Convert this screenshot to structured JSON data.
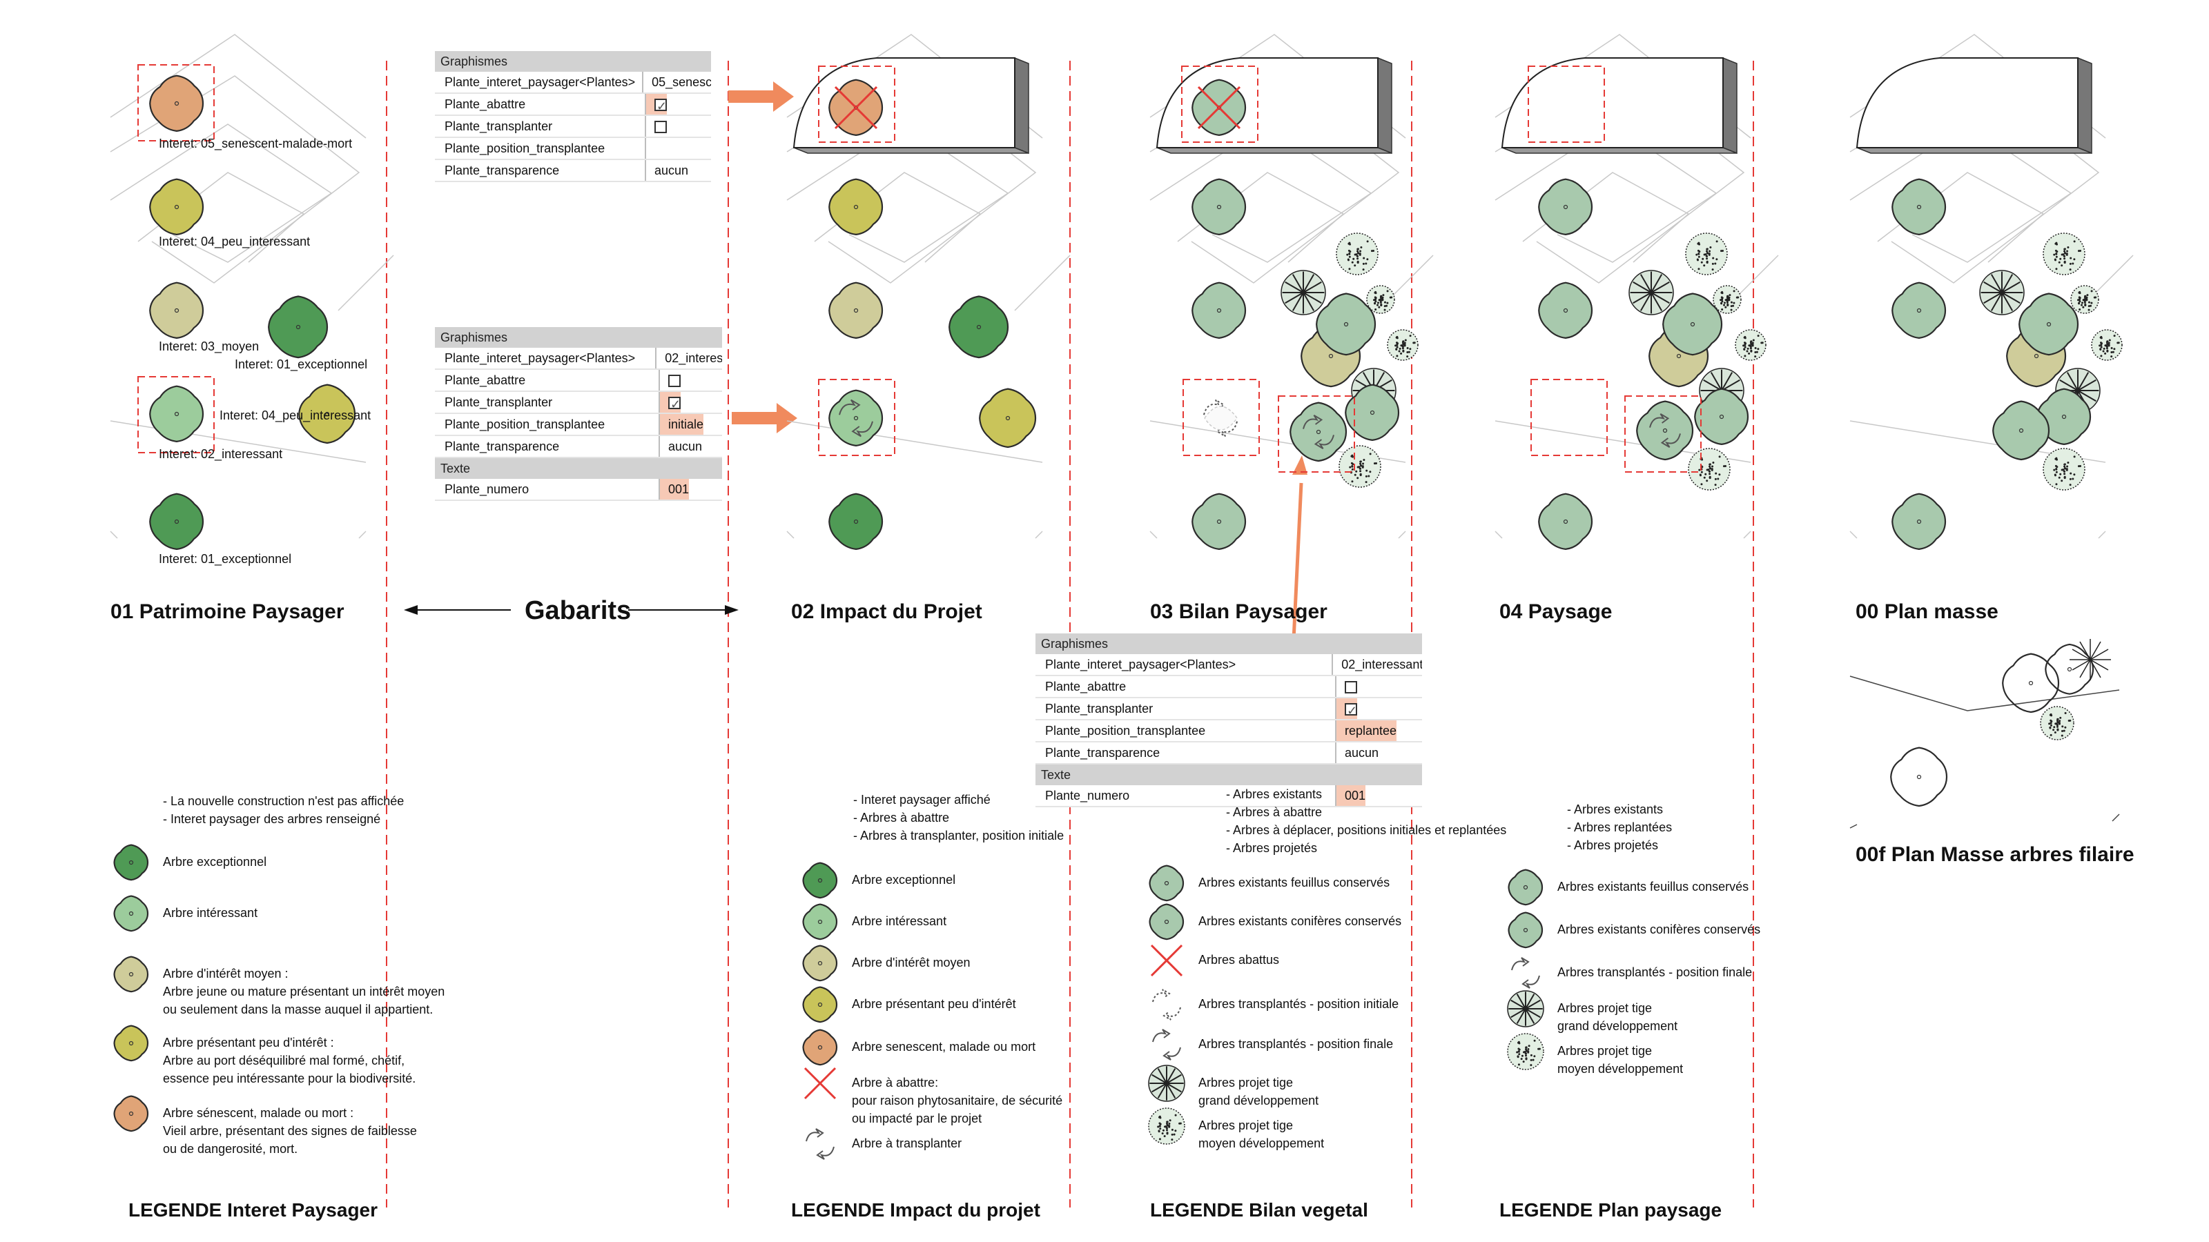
{
  "colors": {
    "exceptionnel": "#4f9a55",
    "interessant": "#9ccc9c",
    "moyen": "#cfcc9a",
    "peu": "#c9c45a",
    "senescent": "#e0a477",
    "conserve": "#a8c9ad",
    "accent_red": "#e53935",
    "arrow_orange": "#f08a5d"
  },
  "panel1": {
    "title": "01 Patrimoine Paysager",
    "labels": [
      "Interet: 05_senescent-malade-mort",
      "Interet: 04_peu_interessant",
      "Interet: 03_moyen",
      "Interet: 01_exceptionnel",
      "Interet: 04_peu_interessant",
      "Interet: 02_interessant",
      "Interet: 01_exceptionnel"
    ]
  },
  "gabarits": {
    "title": "Gabarits",
    "table1": {
      "group": "Graphismes",
      "rows": [
        {
          "k": "Plante_interet_paysager<Plantes>",
          "v": "05_senesc"
        },
        {
          "k": "Plante_abattre",
          "v": "checked"
        },
        {
          "k": "Plante_transplanter",
          "v": "unchecked"
        },
        {
          "k": "Plante_position_transplantee",
          "v": ""
        },
        {
          "k": "Plante_transparence",
          "v": "aucun"
        }
      ]
    },
    "table2": {
      "group": "Graphismes",
      "rows": [
        {
          "k": "Plante_interet_paysager<Plantes>",
          "v": "02_interes"
        },
        {
          "k": "Plante_abattre",
          "v": "unchecked"
        },
        {
          "k": "Plante_transplanter",
          "v": "checked"
        },
        {
          "k": "Plante_position_transplantee",
          "v": "initiale"
        },
        {
          "k": "Plante_transparence",
          "v": "aucun"
        }
      ],
      "group2": "Texte",
      "rows2": [
        {
          "k": "Plante_numero",
          "v": "001"
        }
      ]
    },
    "table3": {
      "group": "Graphismes",
      "rows": [
        {
          "k": "Plante_interet_paysager<Plantes>",
          "v": "02_interessant"
        },
        {
          "k": "Plante_abattre",
          "v": "unchecked"
        },
        {
          "k": "Plante_transplanter",
          "v": "checked"
        },
        {
          "k": "Plante_position_transplantee",
          "v": "replantee"
        },
        {
          "k": "Plante_transparence",
          "v": "aucun"
        }
      ],
      "group2": "Texte",
      "rows2": [
        {
          "k": "Plante_numero",
          "v": "001"
        }
      ]
    }
  },
  "panel_titles": {
    "p2": "02 Impact du Projet",
    "p3": "03 Bilan Paysager",
    "p4": "04 Paysage",
    "p5": "00 Plan masse",
    "p6": "00f Plan Masse arbres filaire"
  },
  "legend1": {
    "title": "LEGENDE Interet Paysager",
    "notes": [
      "- La nouvelle construction n'est pas affichée",
      "- Interet paysager des arbres renseigné"
    ],
    "items": [
      {
        "kind": "exceptionnel",
        "text": [
          "Arbre exceptionnel"
        ]
      },
      {
        "kind": "interessant",
        "text": [
          "Arbre intéressant"
        ]
      },
      {
        "kind": "moyen",
        "text": [
          "Arbre d'intérêt moyen :",
          "Arbre jeune ou mature présentant un intérêt moyen",
          "ou seulement dans la masse auquel il appartient."
        ]
      },
      {
        "kind": "peu",
        "text": [
          "Arbre présentant peu d'intérêt :",
          "Arbre au port déséquilibré mal formé, chétif,",
          "essence peu intéressante pour la biodiversité."
        ]
      },
      {
        "kind": "senescent",
        "text": [
          "Arbre sénescent, malade ou mort :",
          "Vieil arbre, présentant des signes de faiblesse",
          "ou de dangerosité, mort."
        ]
      }
    ]
  },
  "legend2": {
    "title": "LEGENDE Impact du projet",
    "notes": [
      "- Interet paysager affiché",
      "- Arbres à abattre",
      "- Arbres à transplanter, position initiale"
    ],
    "items": [
      {
        "kind": "exceptionnel",
        "text": [
          "Arbre exceptionnel"
        ]
      },
      {
        "kind": "interessant",
        "text": [
          "Arbre intéressant"
        ]
      },
      {
        "kind": "moyen",
        "text": [
          "Arbre d'intérêt moyen"
        ]
      },
      {
        "kind": "peu",
        "text": [
          "Arbre présentant peu d'intérêt"
        ]
      },
      {
        "kind": "senescent",
        "text": [
          "Arbre senescent, malade ou mort"
        ]
      },
      {
        "kind": "cross",
        "text": [
          "Arbre à abattre:",
          "pour raison phytosanitaire, de sécurité",
          "ou impacté par le projet"
        ]
      },
      {
        "kind": "transplant",
        "text": [
          "Arbre à transplanter"
        ]
      }
    ]
  },
  "legend3": {
    "title": "LEGENDE Bilan vegetal",
    "notes": [
      "- Arbres existants",
      "- Arbres à abattre",
      "- Arbres à déplacer, positions initiales et replantées",
      "- Arbres projetés"
    ],
    "items": [
      {
        "kind": "conserve",
        "text": [
          "Arbres existants feuillus conservés"
        ]
      },
      {
        "kind": "conifere",
        "text": [
          "Arbres existants conifères conservés"
        ]
      },
      {
        "kind": "cross",
        "text": [
          "Arbres abattus"
        ]
      },
      {
        "kind": "transplant_init",
        "text": [
          "Arbres transplantés - position initiale"
        ]
      },
      {
        "kind": "transplant",
        "text": [
          "Arbres transplantés - position finale"
        ]
      },
      {
        "kind": "grand",
        "text": [
          "Arbres projet tige",
          "grand développement"
        ]
      },
      {
        "kind": "moyen_dev",
        "text": [
          "Arbres projet tige",
          "moyen développement"
        ]
      }
    ]
  },
  "legend4": {
    "title": "LEGENDE Plan paysage",
    "notes": [
      "- Arbres existants",
      "- Arbres replantées",
      "- Arbres projetés"
    ],
    "items": [
      {
        "kind": "conserve",
        "text": [
          "Arbres existants feuillus conservés"
        ]
      },
      {
        "kind": "conifere",
        "text": [
          "Arbres existants conifères conservés"
        ]
      },
      {
        "kind": "transplant",
        "text": [
          "Arbres transplantés - position finale"
        ]
      },
      {
        "kind": "grand",
        "text": [
          "Arbres projet tige",
          "grand développement"
        ]
      },
      {
        "kind": "moyen_dev",
        "text": [
          "Arbres projet tige",
          "moyen développement"
        ]
      }
    ]
  }
}
